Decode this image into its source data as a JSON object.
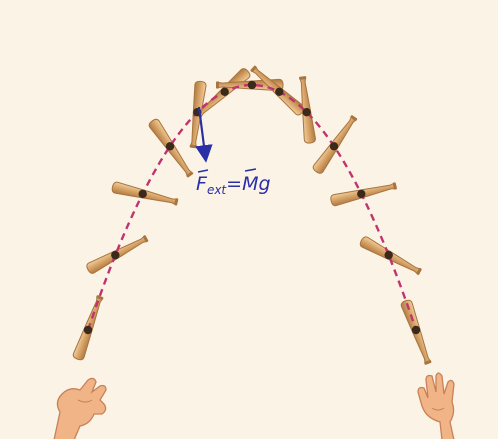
{
  "diagram": {
    "force_label": {
      "F": "F",
      "sub": "ext",
      "eq": "=",
      "M": "M",
      "g": "g"
    },
    "colors": {
      "paper": "#fbf4e6",
      "bat_body": "#d9a66a",
      "bat_edge": "#a8743f",
      "bat_highlight": "#f0cfa0",
      "center_of_mass": "#3b2a1c",
      "trajectory": "#c0336e",
      "force_arrow": "#2a2fa8",
      "hand": "#f0b486",
      "hand_edge": "#c98058"
    },
    "icons": {
      "left_hand": "throwing-hand-icon",
      "right_hand": "catching-hand-icon"
    },
    "bat_count": 13
  }
}
